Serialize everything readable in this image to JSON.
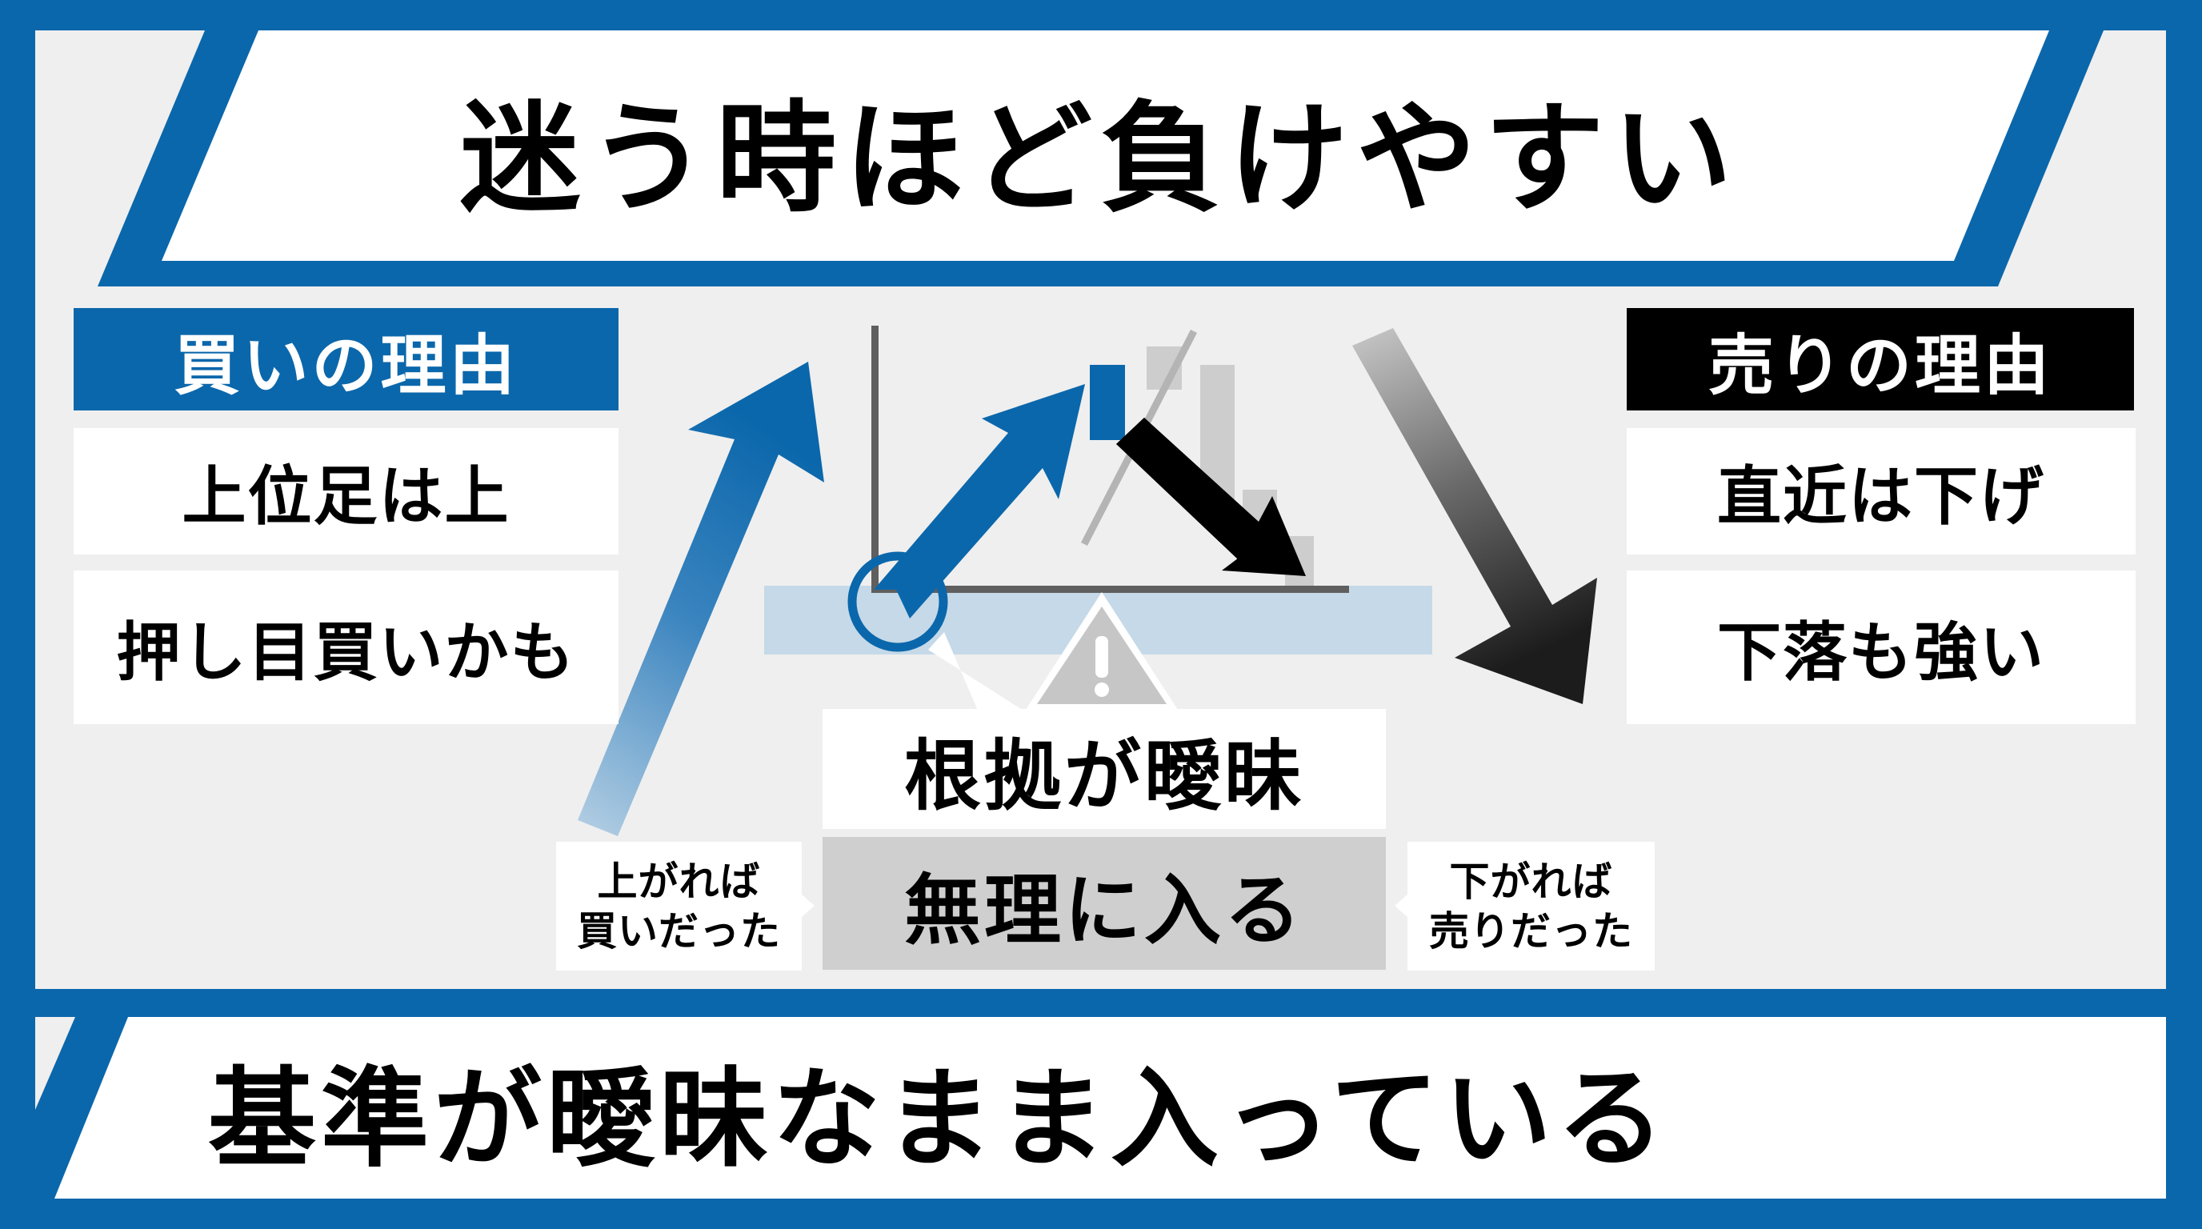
{
  "colors": {
    "frame_blue": "#0b67ab",
    "panel_gray": "#efefef",
    "white": "#ffffff",
    "black": "#000000",
    "band_light_blue": "#c5d9e8",
    "axis_gray": "#5f5f5f",
    "candle_gray": "#cdcdcd",
    "warning_gray": "#c6c6c6",
    "center_box_gray": "#cfcfcf"
  },
  "title": {
    "text": "迷う時ほど負けやすい"
  },
  "buy_panel": {
    "header": "買いの理由",
    "header_color": "#0b67ab",
    "items": [
      {
        "text": "上位足は上"
      },
      {
        "text": "押し目買いかも"
      }
    ]
  },
  "sell_panel": {
    "header": "売りの理由",
    "header_color": "#000000",
    "items": [
      {
        "text": "直近は下げ"
      },
      {
        "text": "下落も強い"
      }
    ]
  },
  "center": {
    "main_text": "根拠が曖昧",
    "sub_text": "無理に入る",
    "warning_icon": "warning-triangle"
  },
  "notes": {
    "left": {
      "line1": "上がれば",
      "line2": "買いだった"
    },
    "right": {
      "line1": "下がれば",
      "line2": "売りだった"
    }
  },
  "footer": {
    "text": "基準が曖昧なまま入っている"
  },
  "diagram": {
    "icons": [
      "big-up-arrow",
      "small-up-arrow",
      "down-arrow",
      "big-down-arrow",
      "entry-circle",
      "chart-axes",
      "candles",
      "trend-line"
    ]
  }
}
